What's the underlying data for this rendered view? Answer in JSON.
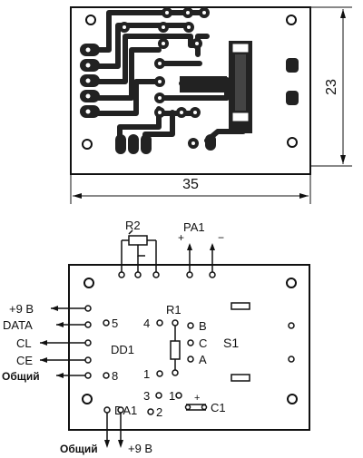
{
  "top_view": {
    "width_dim": "35",
    "height_dim": "23"
  },
  "bottom_view": {
    "r2_label": "R2",
    "pa1_label": "PA1",
    "pa1_plus": "+",
    "pa1_minus": "−",
    "r1_label": "R1",
    "s1_label": "S1",
    "dd1_label": "DD1",
    "da1_label": "DA1",
    "c1_label": "C1",
    "c1_polarity": "+",
    "pin_5": "5",
    "pin_4": "4",
    "pin_8": "8",
    "pin_1": "1",
    "pin_3": "3",
    "pin_1b": "1",
    "pin_2": "2",
    "switch_b": "B",
    "switch_c": "C",
    "switch_a": "A",
    "left_signals": [
      "+9 B",
      "DATA",
      "CL",
      "CE",
      "Общий"
    ],
    "bottom_left": "Общий",
    "bottom_right": "+9 B"
  }
}
